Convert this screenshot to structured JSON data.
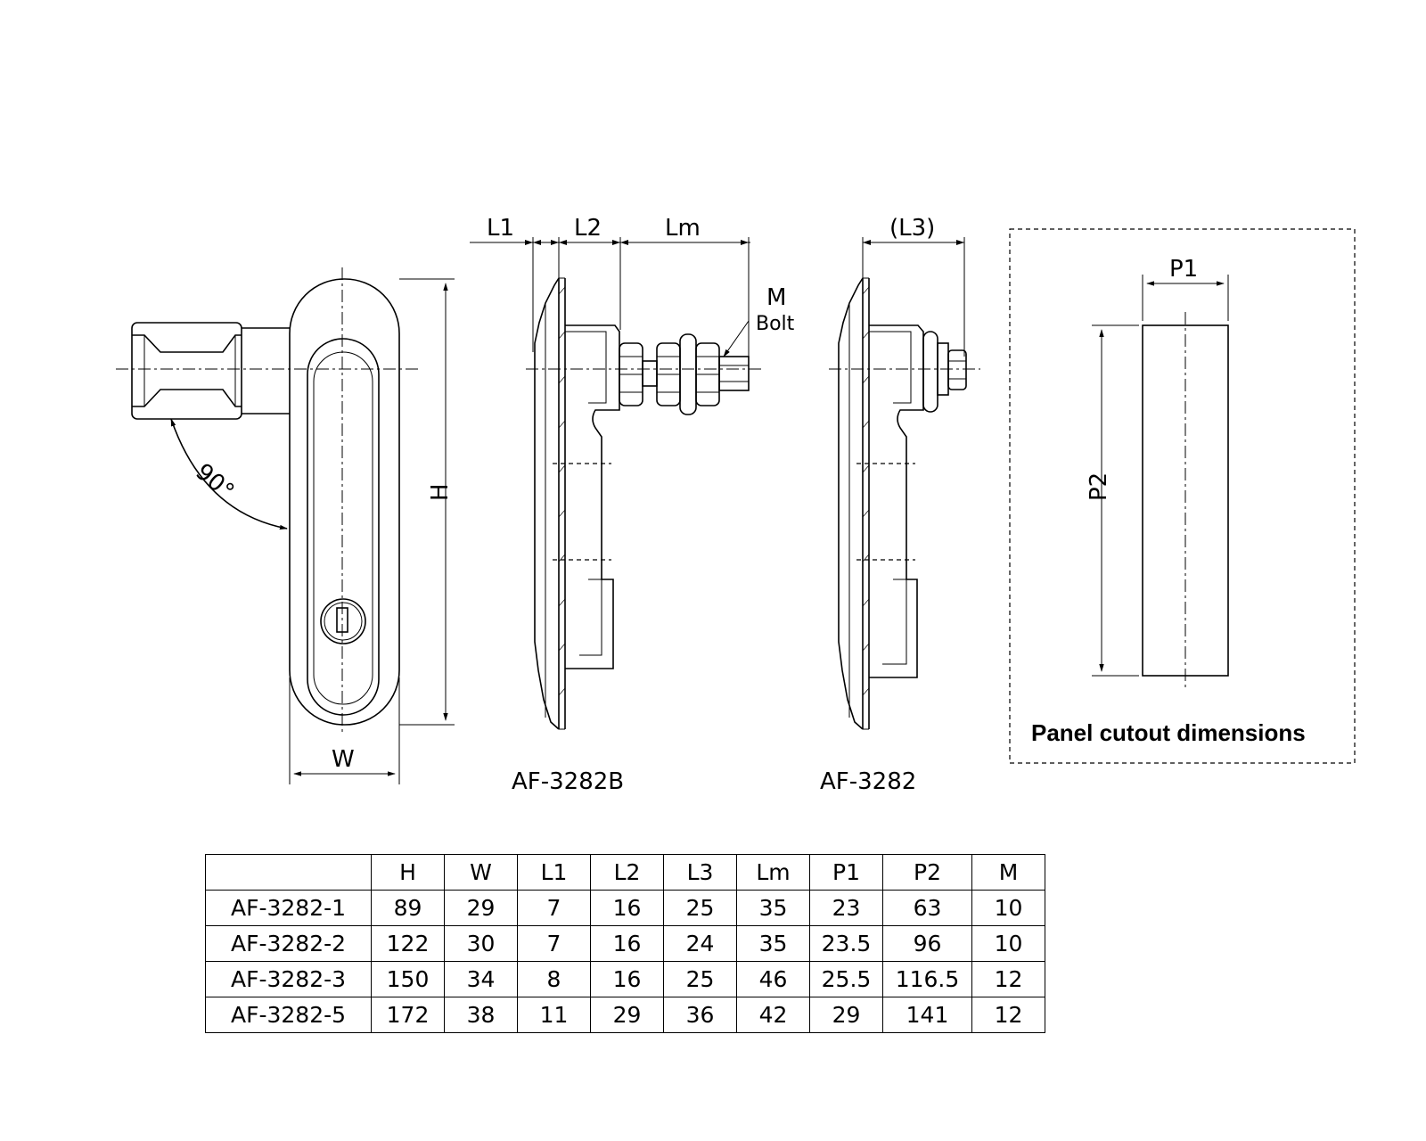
{
  "front_view": {
    "angle_label": "90°",
    "dim_h": "H",
    "dim_w": "W"
  },
  "side_view_b": {
    "dim_l1": "L1",
    "dim_l2": "L2",
    "dim_lm": "Lm",
    "bolt_m": "M",
    "bolt_label": "Bolt",
    "caption": "AF-3282B"
  },
  "side_view": {
    "dim_l3": "(L3)",
    "caption": "AF-3282"
  },
  "cutout": {
    "title": "Panel cutout dimensions",
    "dim_p1": "P1",
    "dim_p2": "P2"
  },
  "table": {
    "headers": [
      "",
      "H",
      "W",
      "L1",
      "L2",
      "L3",
      "Lm",
      "P1",
      "P2",
      "M"
    ],
    "rows": [
      [
        "AF-3282-1",
        "89",
        "29",
        "7",
        "16",
        "25",
        "35",
        "23",
        "63",
        "10"
      ],
      [
        "AF-3282-2",
        "122",
        "30",
        "7",
        "16",
        "24",
        "35",
        "23.5",
        "96",
        "10"
      ],
      [
        "AF-3282-3",
        "150",
        "34",
        "8",
        "16",
        "25",
        "46",
        "25.5",
        "116.5",
        "12"
      ],
      [
        "AF-3282-5",
        "172",
        "38",
        "11",
        "29",
        "36",
        "42",
        "29",
        "141",
        "12"
      ]
    ]
  }
}
